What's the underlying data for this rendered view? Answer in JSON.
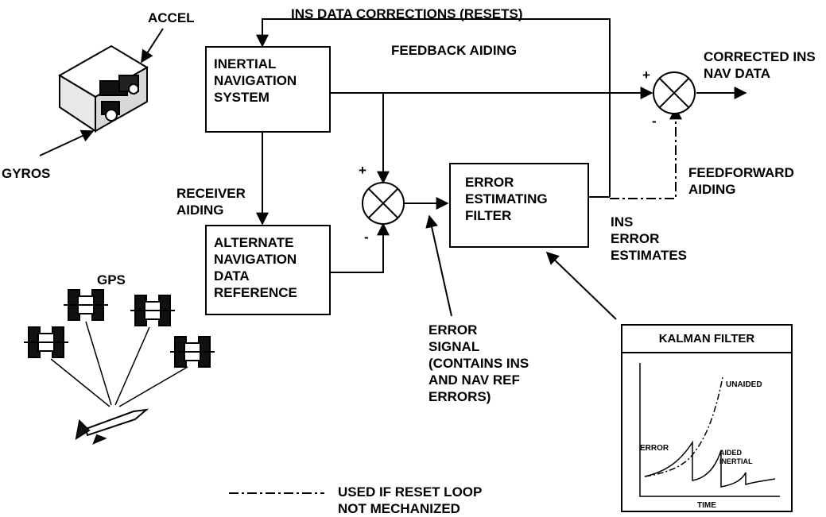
{
  "labels": {
    "ins_corrections": "INS DATA CORRECTIONS (RESETS)",
    "feedback_aiding": "FEEDBACK AIDING",
    "corrected_ins": "CORRECTED INS\nNAV DATA",
    "accel": "ACCEL",
    "gyros": "GYROS",
    "receiver_aiding": "RECEIVER\nAIDING",
    "feedforward_aiding": "FEEDFORWARD\nAIDING",
    "ins_error_estimates": "INS\nERROR\nESTIMATES",
    "gps": "GPS",
    "error_signal": "ERROR\nSIGNAL\n(CONTAINS INS\nAND NAV REF\nERRORS)",
    "legend": "USED IF RESET LOOP\nNOT MECHANIZED",
    "plus_top": "+",
    "minus_top": "-",
    "plus_mid": "+",
    "minus_mid": "-"
  },
  "boxes": {
    "ins": "INERTIAL\nNAVIGATION\nSYSTEM",
    "alt_nav": "ALTERNATE\nNAVIGATION\nDATA\nREFERENCE",
    "error_filter": "ERROR\nESTIMATING\nFILTER"
  },
  "kalman": {
    "title": "KALMAN FILTER",
    "unaided": "UNAIDED",
    "error": "ERROR",
    "aided_inertial": "AIDED\nINERTIAL",
    "time": "TIME"
  }
}
